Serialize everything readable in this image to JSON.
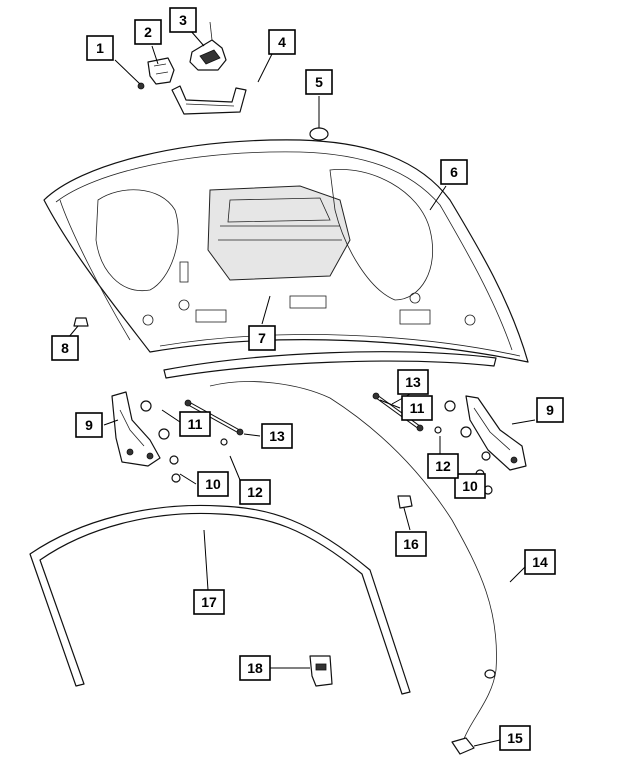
{
  "callouts": [
    {
      "id": "c1",
      "label": "1"
    },
    {
      "id": "c2",
      "label": "2"
    },
    {
      "id": "c3",
      "label": "3"
    },
    {
      "id": "c4",
      "label": "4"
    },
    {
      "id": "c5",
      "label": "5"
    },
    {
      "id": "c6",
      "label": "6"
    },
    {
      "id": "c7",
      "label": "7"
    },
    {
      "id": "c8",
      "label": "8"
    },
    {
      "id": "c9a",
      "label": "9"
    },
    {
      "id": "c9b",
      "label": "9"
    },
    {
      "id": "c10a",
      "label": "10"
    },
    {
      "id": "c10b",
      "label": "10"
    },
    {
      "id": "c11a",
      "label": "11"
    },
    {
      "id": "c11b",
      "label": "11"
    },
    {
      "id": "c12a",
      "label": "12"
    },
    {
      "id": "c12b",
      "label": "12"
    },
    {
      "id": "c13a",
      "label": "13"
    },
    {
      "id": "c13b",
      "label": "13"
    },
    {
      "id": "c14",
      "label": "14"
    },
    {
      "id": "c15",
      "label": "15"
    },
    {
      "id": "c16",
      "label": "16"
    },
    {
      "id": "c17",
      "label": "17"
    },
    {
      "id": "c18",
      "label": "18"
    }
  ]
}
